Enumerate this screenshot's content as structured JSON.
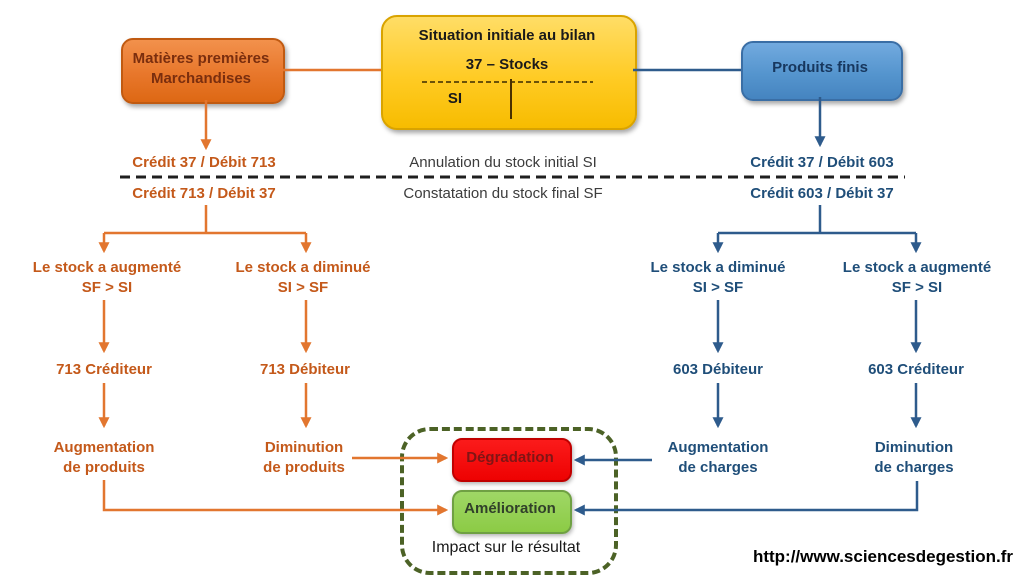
{
  "top": {
    "left_box": {
      "line1": "Matières premières",
      "line2": "Marchandises"
    },
    "center_box": {
      "title": "Situation initiale au bilan",
      "account": "37 – Stocks",
      "t_left": "SI"
    },
    "right_box": {
      "label": "Produits finis"
    }
  },
  "separator": {
    "left_above": "Crédit 37 / Débit 713",
    "left_below": "Crédit 713 / Débit 37",
    "center_above": "Annulation du stock initial SI",
    "center_below": "Constatation du stock final SF",
    "right_above": "Crédit 37 / Débit 603",
    "right_below": "Crédit 603 / Débit 37"
  },
  "left_flow": {
    "branch_increase": {
      "line1": "Le stock a augmenté",
      "line2": "SF > SI"
    },
    "branch_decrease": {
      "line1": "Le stock a diminué",
      "line2": "SI > SF"
    },
    "account_credit": "713 Créditeur",
    "account_debit": "713 Débiteur",
    "result_increase": {
      "line1": "Augmentation",
      "line2": "de produits"
    },
    "result_decrease": {
      "line1": "Diminution",
      "line2": "de produits"
    }
  },
  "right_flow": {
    "branch_decrease": {
      "line1": "Le stock a diminué",
      "line2": "SI > SF"
    },
    "branch_increase": {
      "line1": "Le stock a augmenté",
      "line2": "SF > SI"
    },
    "account_debit": "603 Débiteur",
    "account_credit": "603 Créditeur",
    "result_increase": {
      "line1": "Augmentation",
      "line2": "de charges"
    },
    "result_decrease": {
      "line1": "Diminution",
      "line2": "de charges"
    }
  },
  "impact": {
    "degradation": "Dégradation",
    "amelioration": "Amélioration",
    "label": "Impact sur le résultat"
  },
  "footer": {
    "url": "http://www.sciencesdegestion.fr"
  },
  "colors": {
    "orange_line": "#E2762F",
    "orange_text": "#C4591A",
    "blue_line": "#2E5B8C",
    "blue_text": "#1F4E79",
    "box_orange": "#ED7D31",
    "box_yellow": "#FFC000",
    "box_blue": "#5B9BD5",
    "degradation_red": "#EE0202",
    "amelioration_green": "#92D050",
    "impact_frame_olive": "#4C6226"
  }
}
